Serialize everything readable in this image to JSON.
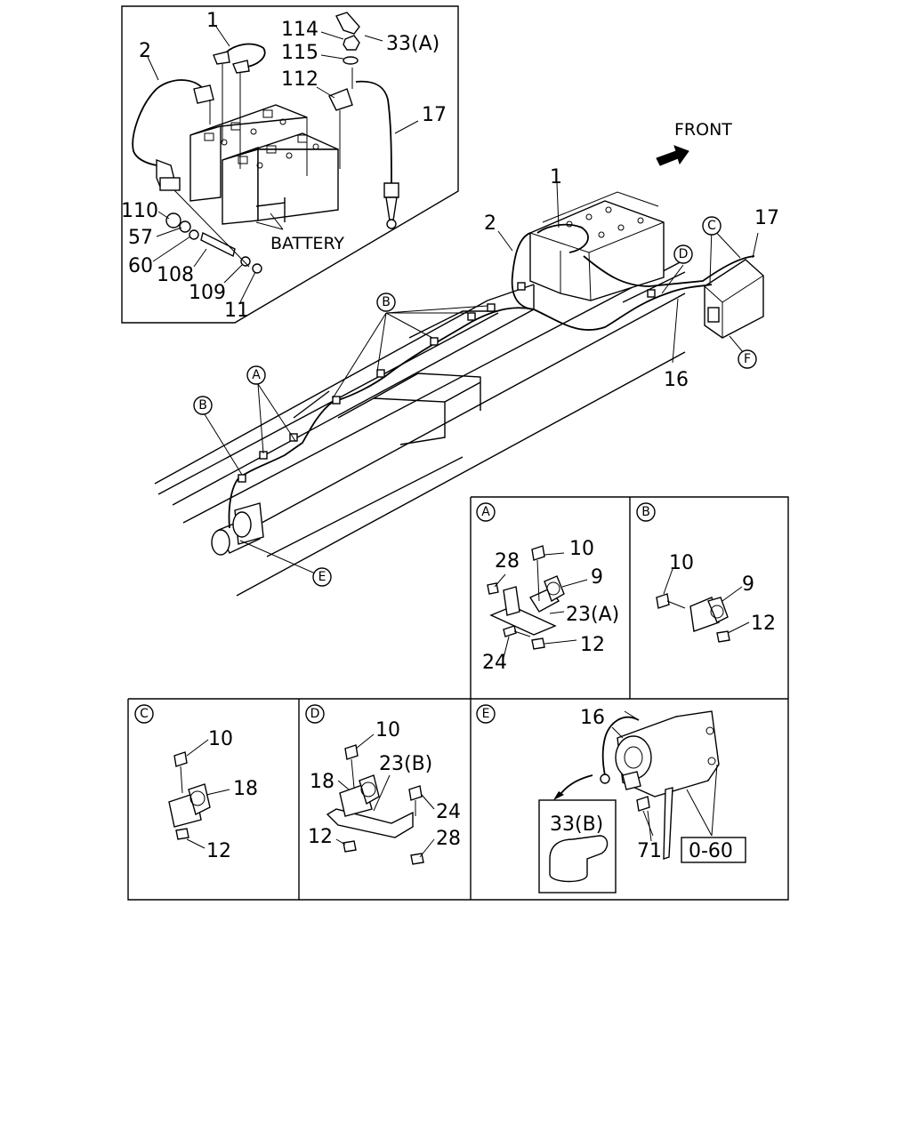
{
  "labels": {
    "inset_1": "1",
    "inset_2": "2",
    "inset_114": "114",
    "inset_115": "115",
    "inset_33a": "33(A)",
    "inset_112": "112",
    "inset_17": "17",
    "inset_battery": "BATTERY",
    "inset_110": "110",
    "inset_57": "57",
    "inset_60": "60",
    "inset_108": "108",
    "inset_109": "109",
    "inset_11": "11",
    "front": "FRONT",
    "main_1": "1",
    "main_2": "2",
    "main_17": "17",
    "main_16": "16",
    "callout_b_main": "B",
    "callout_a_main": "A",
    "callout_b_left": "B",
    "callout_c_main": "C",
    "callout_d_main": "D",
    "callout_e_main": "E",
    "callout_f_main": "F"
  },
  "detail_a": {
    "tag": "A",
    "p28": "28",
    "p10": "10",
    "p9": "9",
    "p23a": "23(A)",
    "p12": "12",
    "p24": "24"
  },
  "detail_b": {
    "tag": "B",
    "p10": "10",
    "p9": "9",
    "p12": "12"
  },
  "detail_c": {
    "tag": "C",
    "p10": "10",
    "p18": "18",
    "p12": "12"
  },
  "detail_d": {
    "tag": "D",
    "p10": "10",
    "p23b": "23(B)",
    "p18": "18",
    "p24": "24",
    "p12": "12",
    "p28": "28"
  },
  "detail_e": {
    "tag": "E",
    "p16": "16",
    "p33b": "33(B)",
    "p71": "71",
    "p060": "0-60"
  }
}
